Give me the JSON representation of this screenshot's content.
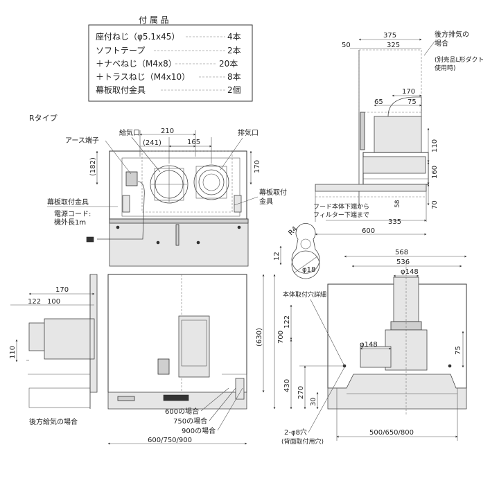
{
  "accessories": {
    "title": "付 属 品",
    "rows": [
      {
        "name": "座付ねじ（φ5.1x45）",
        "qty": "4本"
      },
      {
        "name": "ソフトテープ",
        "qty": "2本"
      },
      {
        "name": "＋ナベねじ（M4x8）",
        "qty": "20本"
      },
      {
        "name": "＋トラスねじ（M4x10）",
        "qty": "8本"
      },
      {
        "name": "幕板取付金具",
        "qty": "2個"
      }
    ]
  },
  "top_view": {
    "type_label": "Rタイプ",
    "labels": {
      "earth": "アース端子",
      "intake": "給気口",
      "exhaust": "排気口",
      "bracket_right": "幕板取付\n金具",
      "bracket_left": "幕板取付金具",
      "cord": "電源コード:\n機外長1m"
    },
    "dims": {
      "d210": "210",
      "d241": "(241)",
      "d165": "165",
      "d182": "(182)",
      "d170": "170"
    }
  },
  "side_view_right": {
    "labels": {
      "rear_exhaust": "後方排気の\n場合",
      "duct": "(別売品L形ダクト\n使用時)",
      "filter": "フード本体下端から\nフィルター下端まで"
    },
    "dims": {
      "d375": "375",
      "d50": "50",
      "d325": "325",
      "d170": "170",
      "d65": "65",
      "d75": "75",
      "d110": "110",
      "d160": "160",
      "d70": "70",
      "d58": "58",
      "d335": "335",
      "d600": "600"
    }
  },
  "hole_detail": {
    "r4": "R4",
    "d12": "12",
    "phi18": "φ18",
    "label": "本体取付穴詳細"
  },
  "front_view": {
    "dims": {
      "d630": "(630)",
      "d700": "700",
      "w": "600/750/900"
    },
    "callouts": [
      "600の場合",
      "750の場合",
      "900の場合"
    ]
  },
  "side_view_left": {
    "label": "後方給気の場合",
    "dims": {
      "d170": "170",
      "d122": "122",
      "d100": "100",
      "d110": "110"
    }
  },
  "back_view": {
    "dims": {
      "d568": "568",
      "d536": "536",
      "phi148_top": "φ148",
      "phi148_mid": "φ148",
      "d122": "122",
      "d75": "75",
      "d430": "430",
      "d270": "270",
      "d30": "30",
      "w": "500/650/800"
    },
    "holes": "2-φ8穴",
    "holes_note": "(背面取付用穴)"
  }
}
